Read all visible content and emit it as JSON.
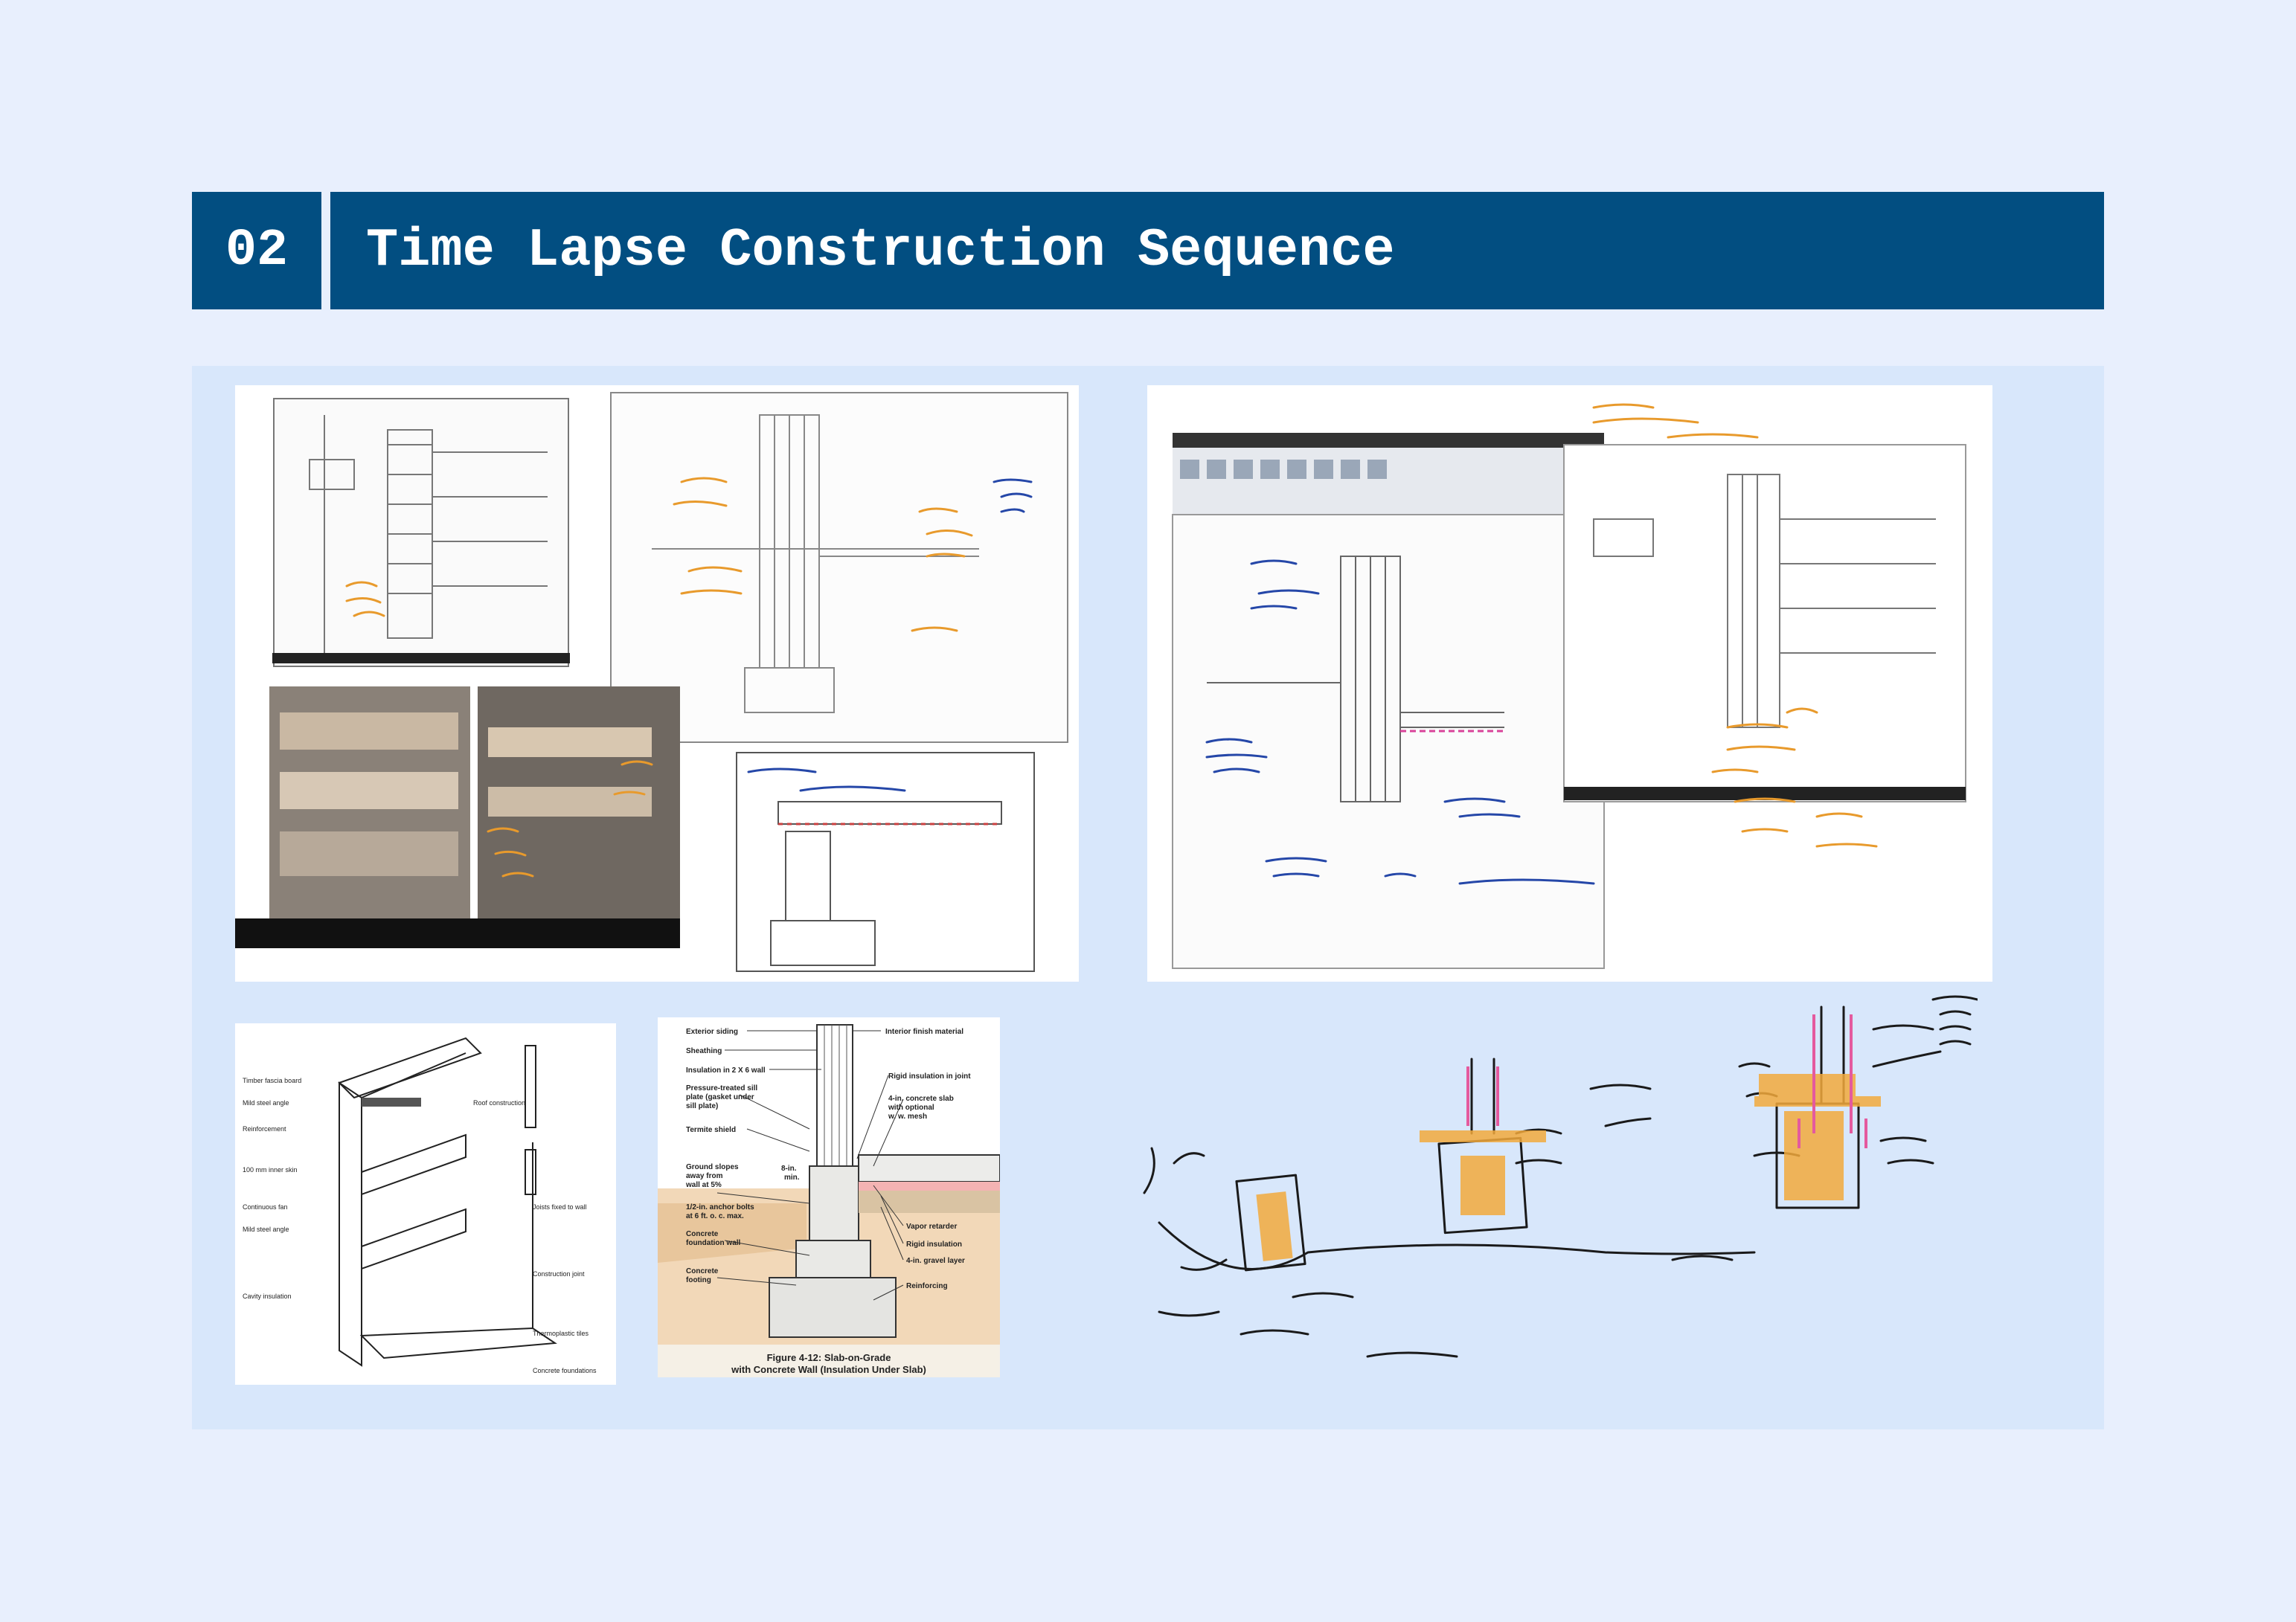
{
  "header": {
    "number": "02",
    "title": "Time Lapse Construction Sequence"
  },
  "slab_figure": {
    "labels_left": [
      "Exterior siding",
      "Sheathing",
      "Insulation in 2 X 6 wall",
      "Pressure-treated sill",
      "plate (gasket under",
      "sill plate)",
      "Termite shield",
      "Ground slopes",
      "away from",
      "wall at 5%",
      "1/2-in. anchor bolts",
      "at 6 ft. o. c. max.",
      "Concrete",
      "foundation wall",
      "Concrete",
      "footing"
    ],
    "labels_right": [
      "Interior finish material",
      "Rigid insulation in joint",
      "4-in. concrete slab",
      "with optional",
      "w. w. mesh",
      "Vapor retarder",
      "Rigid insulation",
      "4-in. gravel layer",
      "Reinforcing"
    ],
    "dimension": [
      "8-in.",
      "min."
    ],
    "caption_line1": "Figure 4-12: Slab-on-Grade",
    "caption_line2": "with Concrete Wall (Insulation Under Slab)"
  },
  "colors": {
    "header_bg": "#024e81",
    "page_bg": "#e8effd",
    "panel_bg": "#d8e7fb",
    "annotation_orange": "#e89a2c",
    "annotation_blue": "#2547a8",
    "sketch_insulation": "#f2a93b",
    "sketch_pink": "#e45a9e"
  }
}
